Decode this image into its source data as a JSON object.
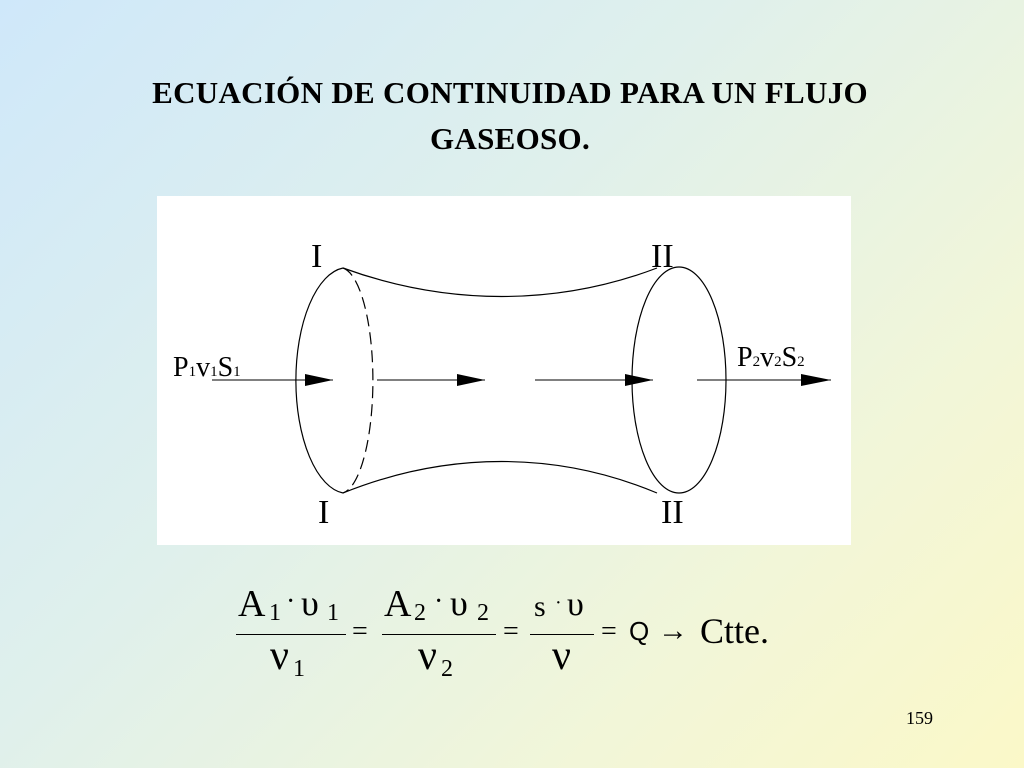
{
  "slide": {
    "title_line1": "ECUACIÓN DE CONTINUIDAD PARA UN FLUJO",
    "title_line2": "GASEOSO.",
    "page_number": "159"
  },
  "diagram": {
    "section_left_top": "I",
    "section_right_top": "II",
    "section_left_bottom": "I",
    "section_right_bottom": "II",
    "inlet": {
      "p": "P",
      "v": "v",
      "s": "S",
      "index": "1"
    },
    "outlet": {
      "p": "P",
      "v": "v",
      "s": "S",
      "index": "2"
    }
  },
  "equation": {
    "num1_var": "A",
    "num1_sub": "1",
    "num1_dot": "·",
    "num1_vel": "υ",
    "num1_vel_sub": "1",
    "den1_var": "ν",
    "den1_sub": "1",
    "eq1": "=",
    "num2_var": "A",
    "num2_sub": "2",
    "num2_dot": "·",
    "num2_vel": "υ",
    "num2_vel_sub": "2",
    "den2_var": "ν",
    "den2_sub": "2",
    "eq2": "=",
    "num3_s": "s",
    "num3_dot": "·",
    "num3_vel": "υ",
    "den3_var": "ν",
    "eq3": "=",
    "q": "Q",
    "arrow": "→",
    "ctte": "Ctte."
  }
}
